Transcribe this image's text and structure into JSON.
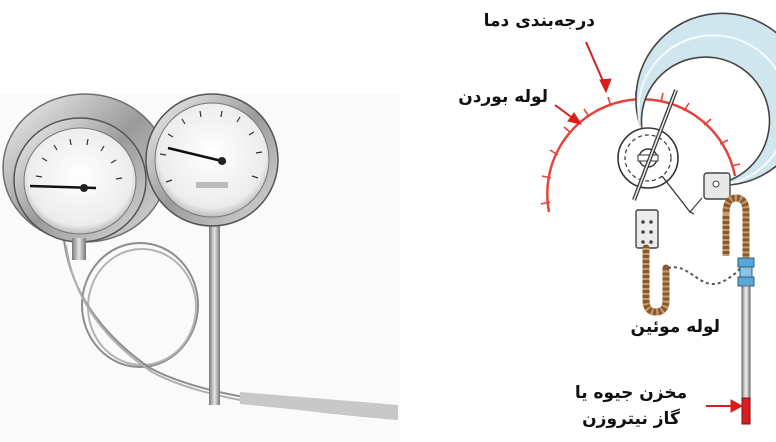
{
  "labels": {
    "scale": "درجه‌بندی دما",
    "bourdon_tube": "لوله بوردن",
    "capillary_tube": "لوله موئین",
    "reservoir_line1": "مخزن جیوه یا",
    "reservoir_line2": "گاز نیتروزن"
  },
  "colors": {
    "scale_arc": "#e4443c",
    "bourdon_fill": "#cfe6ee",
    "capillary": "#8a5a2e",
    "bulb_tip": "#d81e1e",
    "connector": "#5aa6d6",
    "arrow": "#d81e1e"
  },
  "icons": {
    "photo_gauges": "dial-thermometer-photo",
    "diagram": "bourdon-tube-thermometer-diagram"
  }
}
